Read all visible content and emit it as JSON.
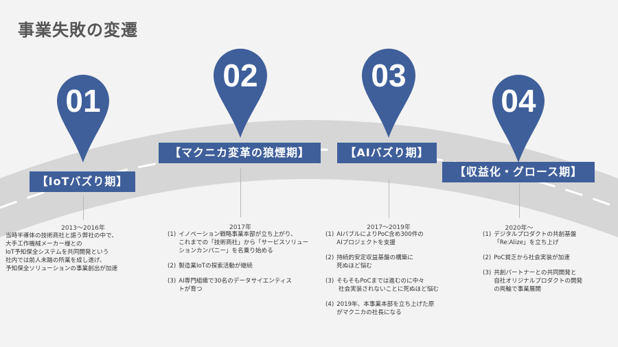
{
  "title": "事業失敗の変遷",
  "colors": {
    "accent": "#3f5f9a",
    "road": "#d6d6d6",
    "dash": "#ffffff",
    "background": "#f3f3f3"
  },
  "milestones": [
    {
      "number": "01",
      "phase": "【IoTバズり期】",
      "period": "2013〜2016年",
      "text": "当時半導体の技術商社と謳う弊社の中で、\n大手工作機械メーカー様との\nIoT予知保全システムを共同開発という\n社内では前人未踏の所業を成し遂げ、\n予知保全ソリューションの事業創出が加速"
    },
    {
      "number": "02",
      "phase": "【マクニカ変革の狼煙期】",
      "period": "2017年",
      "items": [
        {
          "label": "(1)",
          "text": "イノベーション戦略事業本部が立ち上がり、\nこれまでの「技術商社」から「サービスソリュー\nションカンパニー」を名乗り始める"
        },
        {
          "label": "(2)",
          "text": "製造業IoTの探索活動が継続"
        },
        {
          "label": "(3)",
          "text": "AI専門組織で30名のデータサイエンティス\nトが育つ"
        }
      ]
    },
    {
      "number": "03",
      "phase": "【AIバズり期】",
      "period": "2017〜2019年",
      "items": [
        {
          "label": "(1)",
          "text": "AIバブルによりPoC含め300件の\nAIプロジェクトを支援"
        },
        {
          "label": "(2)",
          "text": "持続的安定収益基盤の構築に\n死ぬほど悩む"
        },
        {
          "label": "(3)",
          "text": "そもそもPoCまでは進むのに中々\n 社会実装されないことに死ぬほど悩む"
        },
        {
          "label": "(4)",
          "text": "2019年、本事業本部を立ち上げた原\nがマクニカの社長になる"
        }
      ]
    },
    {
      "number": "04",
      "phase": "【収益化・グロース期】",
      "period": "2020年〜",
      "items": [
        {
          "label": "(1)",
          "text": "デジタルプロダクトの共創基盤\n「Re:Alize」を立ち上げ"
        },
        {
          "label": "(2)",
          "text": "PoC貧乏から社会実装が加速"
        },
        {
          "label": "(3)",
          "text": "共創パートナーとの共同開発と\n自社オリジナルプロダクトの開発\nの両輪で事業展開"
        }
      ]
    }
  ]
}
